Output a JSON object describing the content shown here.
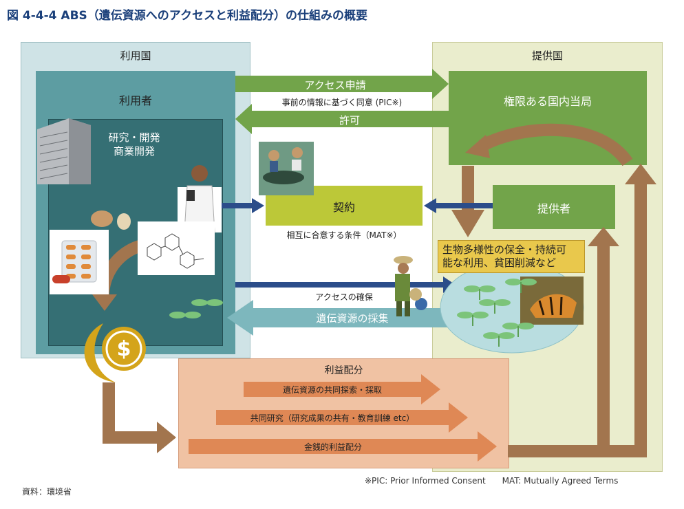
{
  "title": "図 4-4-4 ABS（遺伝資源へのアクセスと利益配分）の仕組みの概要",
  "user_country": {
    "label": "利用国",
    "user_label": "利用者",
    "rd_label": "研究・開発\n商業開発"
  },
  "provider_country": {
    "label": "提供国",
    "authority_label": "権限ある国内当局",
    "provider_label": "提供者",
    "outcome_label": "生物多様性の保全・持続可\n能な利用、貧困削減など"
  },
  "flows": {
    "access_request": "アクセス申請",
    "pic_note": "事前の情報に基づく同意 (PIC※)",
    "permit": "許可",
    "contract": "契約",
    "mat_note": "相互に合意する条件（MAT※）",
    "access_ensure": "アクセスの確保",
    "collection": "遺伝資源の採集"
  },
  "benefit_sharing": {
    "title": "利益配分",
    "items": [
      "遺伝資源の共同探索・採取",
      "共同研究（研究成果の共有・教育訓練 etc）",
      "金銭的利益配分"
    ]
  },
  "footnote": "※PIC: Prior Informed Consent　　MAT: Mutually Agreed Terms",
  "source": "資料：環境省",
  "colors": {
    "title_blue": "#1a3f7a",
    "user_bg": "#cfe3e6",
    "user_inner": "#5d9da2",
    "rd_box": "#356f74",
    "provider_bg": "#eaedcd",
    "green_box": "#72a44a",
    "contract_box": "#bcc838",
    "benefit_box": "#f0c2a3",
    "salmon_arrow": "#df8855",
    "brown_arrow": "#a2754e",
    "dark_blue_arrow": "#2b4d8a",
    "dollar_gold": "#d4a41a"
  }
}
